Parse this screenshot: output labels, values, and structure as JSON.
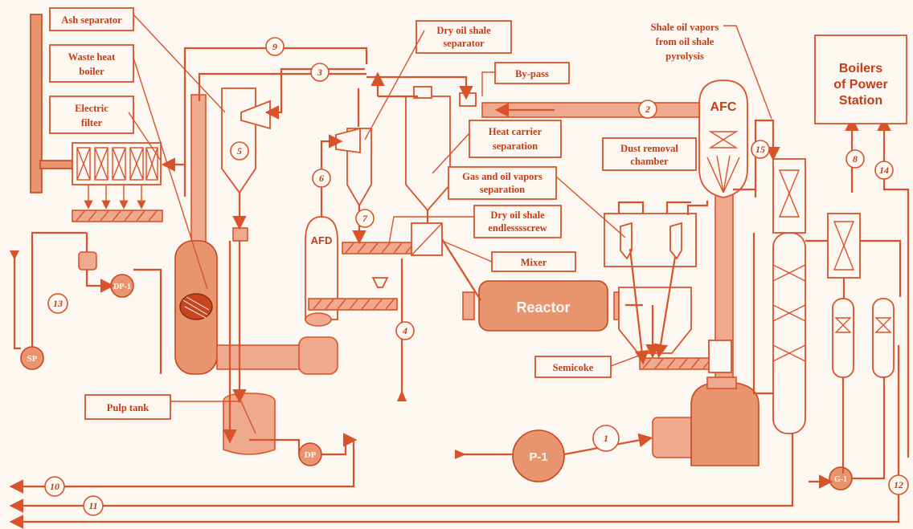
{
  "labels": {
    "ash_separator": "Ash separator",
    "waste_heat_boiler_1": "Waste heat",
    "waste_heat_boiler_2": "boiler",
    "electric_filter_1": "Electric",
    "electric_filter_2": "filter",
    "dry_oil_shale_separator_1": "Dry oil shale",
    "dry_oil_shale_separator_2": "separator",
    "by_pass": "By-pass",
    "shale_oil_vapors_1": "Shale oil vapors",
    "shale_oil_vapors_2": "from oil shale",
    "shale_oil_vapors_3": "pyrolysis",
    "boilers_1": "Boilers",
    "boilers_2": "of Power",
    "boilers_3": "Station",
    "heat_carrier_1": "Heat carrier",
    "heat_carrier_2": "separation",
    "dust_removal_1": "Dust removal",
    "dust_removal_2": "chamber",
    "gas_oil_1": "Gas and oil vapors",
    "gas_oil_2": "separation",
    "screw_1": "Dry oil shale",
    "screw_2": "endlesssscrew",
    "mixer": "Mixer",
    "semicoke": "Semicoke",
    "pulp_tank": "Pulp tank"
  },
  "equipment": {
    "afc": "AFC",
    "afd": "AFD",
    "reactor": "Reactor",
    "sp": "SP",
    "dp1": "DP-1",
    "dp": "DP",
    "p1": "P-1",
    "g1": "G-1"
  },
  "streams": [
    "1",
    "2",
    "3",
    "4",
    "5",
    "6",
    "7",
    "8",
    "9",
    "10",
    "11",
    "12",
    "13",
    "14",
    "15"
  ]
}
